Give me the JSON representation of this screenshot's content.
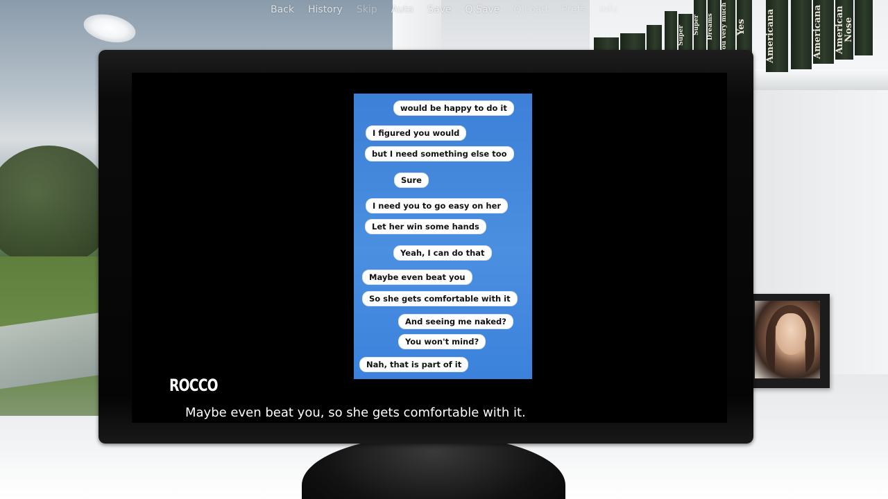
{
  "quick_menu": {
    "items": [
      {
        "label": "Back"
      },
      {
        "label": "History"
      },
      {
        "label": "Skip"
      },
      {
        "label": "Auto"
      },
      {
        "label": "Save"
      },
      {
        "label": "Q.Save"
      },
      {
        "label": "Q.Load"
      },
      {
        "label": "Prefs"
      },
      {
        "label": "Info"
      }
    ]
  },
  "phone_chat": {
    "messages": [
      {
        "text": "would be happy to do it"
      },
      {
        "text": "I figured you would"
      },
      {
        "text": "but I need something else too"
      },
      {
        "text": "Sure"
      },
      {
        "text": "I need you to go easy on her"
      },
      {
        "text": "Let her win some hands"
      },
      {
        "text": "Yeah, I can do that"
      },
      {
        "text": "Maybe even beat you"
      },
      {
        "text": "So she gets comfortable with it"
      },
      {
        "text": "And seeing me naked?"
      },
      {
        "text": "You won't mind?"
      },
      {
        "text": "Nah, that is part of it"
      }
    ]
  },
  "dialogue": {
    "speaker": "ROCCO",
    "text": "Maybe even beat you, so she gets comfortable with it."
  },
  "books": {
    "titles": [
      "Yes",
      "Americana",
      "American Nose",
      "Super",
      "Super",
      "Dreams",
      "You very much"
    ]
  }
}
